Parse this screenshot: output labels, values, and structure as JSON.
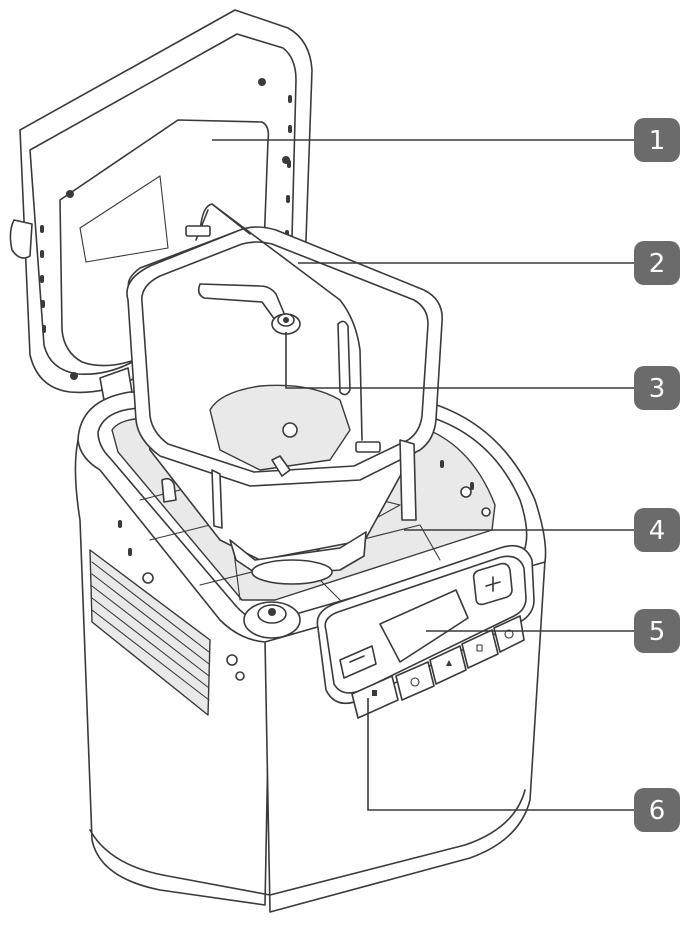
{
  "callouts": [
    {
      "number": "1"
    },
    {
      "number": "2"
    },
    {
      "number": "3"
    },
    {
      "number": "4"
    },
    {
      "number": "5"
    },
    {
      "number": "6"
    }
  ],
  "colors": {
    "line": "#3a3a3a",
    "badge": "#6b6b6b",
    "badge_text": "#ffffff",
    "background": "#ffffff"
  },
  "icons": {
    "minus_button": "minus-icon",
    "plus_button": "plus-icon",
    "panel_buttons": [
      "menu-icon",
      "timer-icon",
      "weight-icon",
      "crust-icon",
      "start-stop-icon"
    ]
  }
}
